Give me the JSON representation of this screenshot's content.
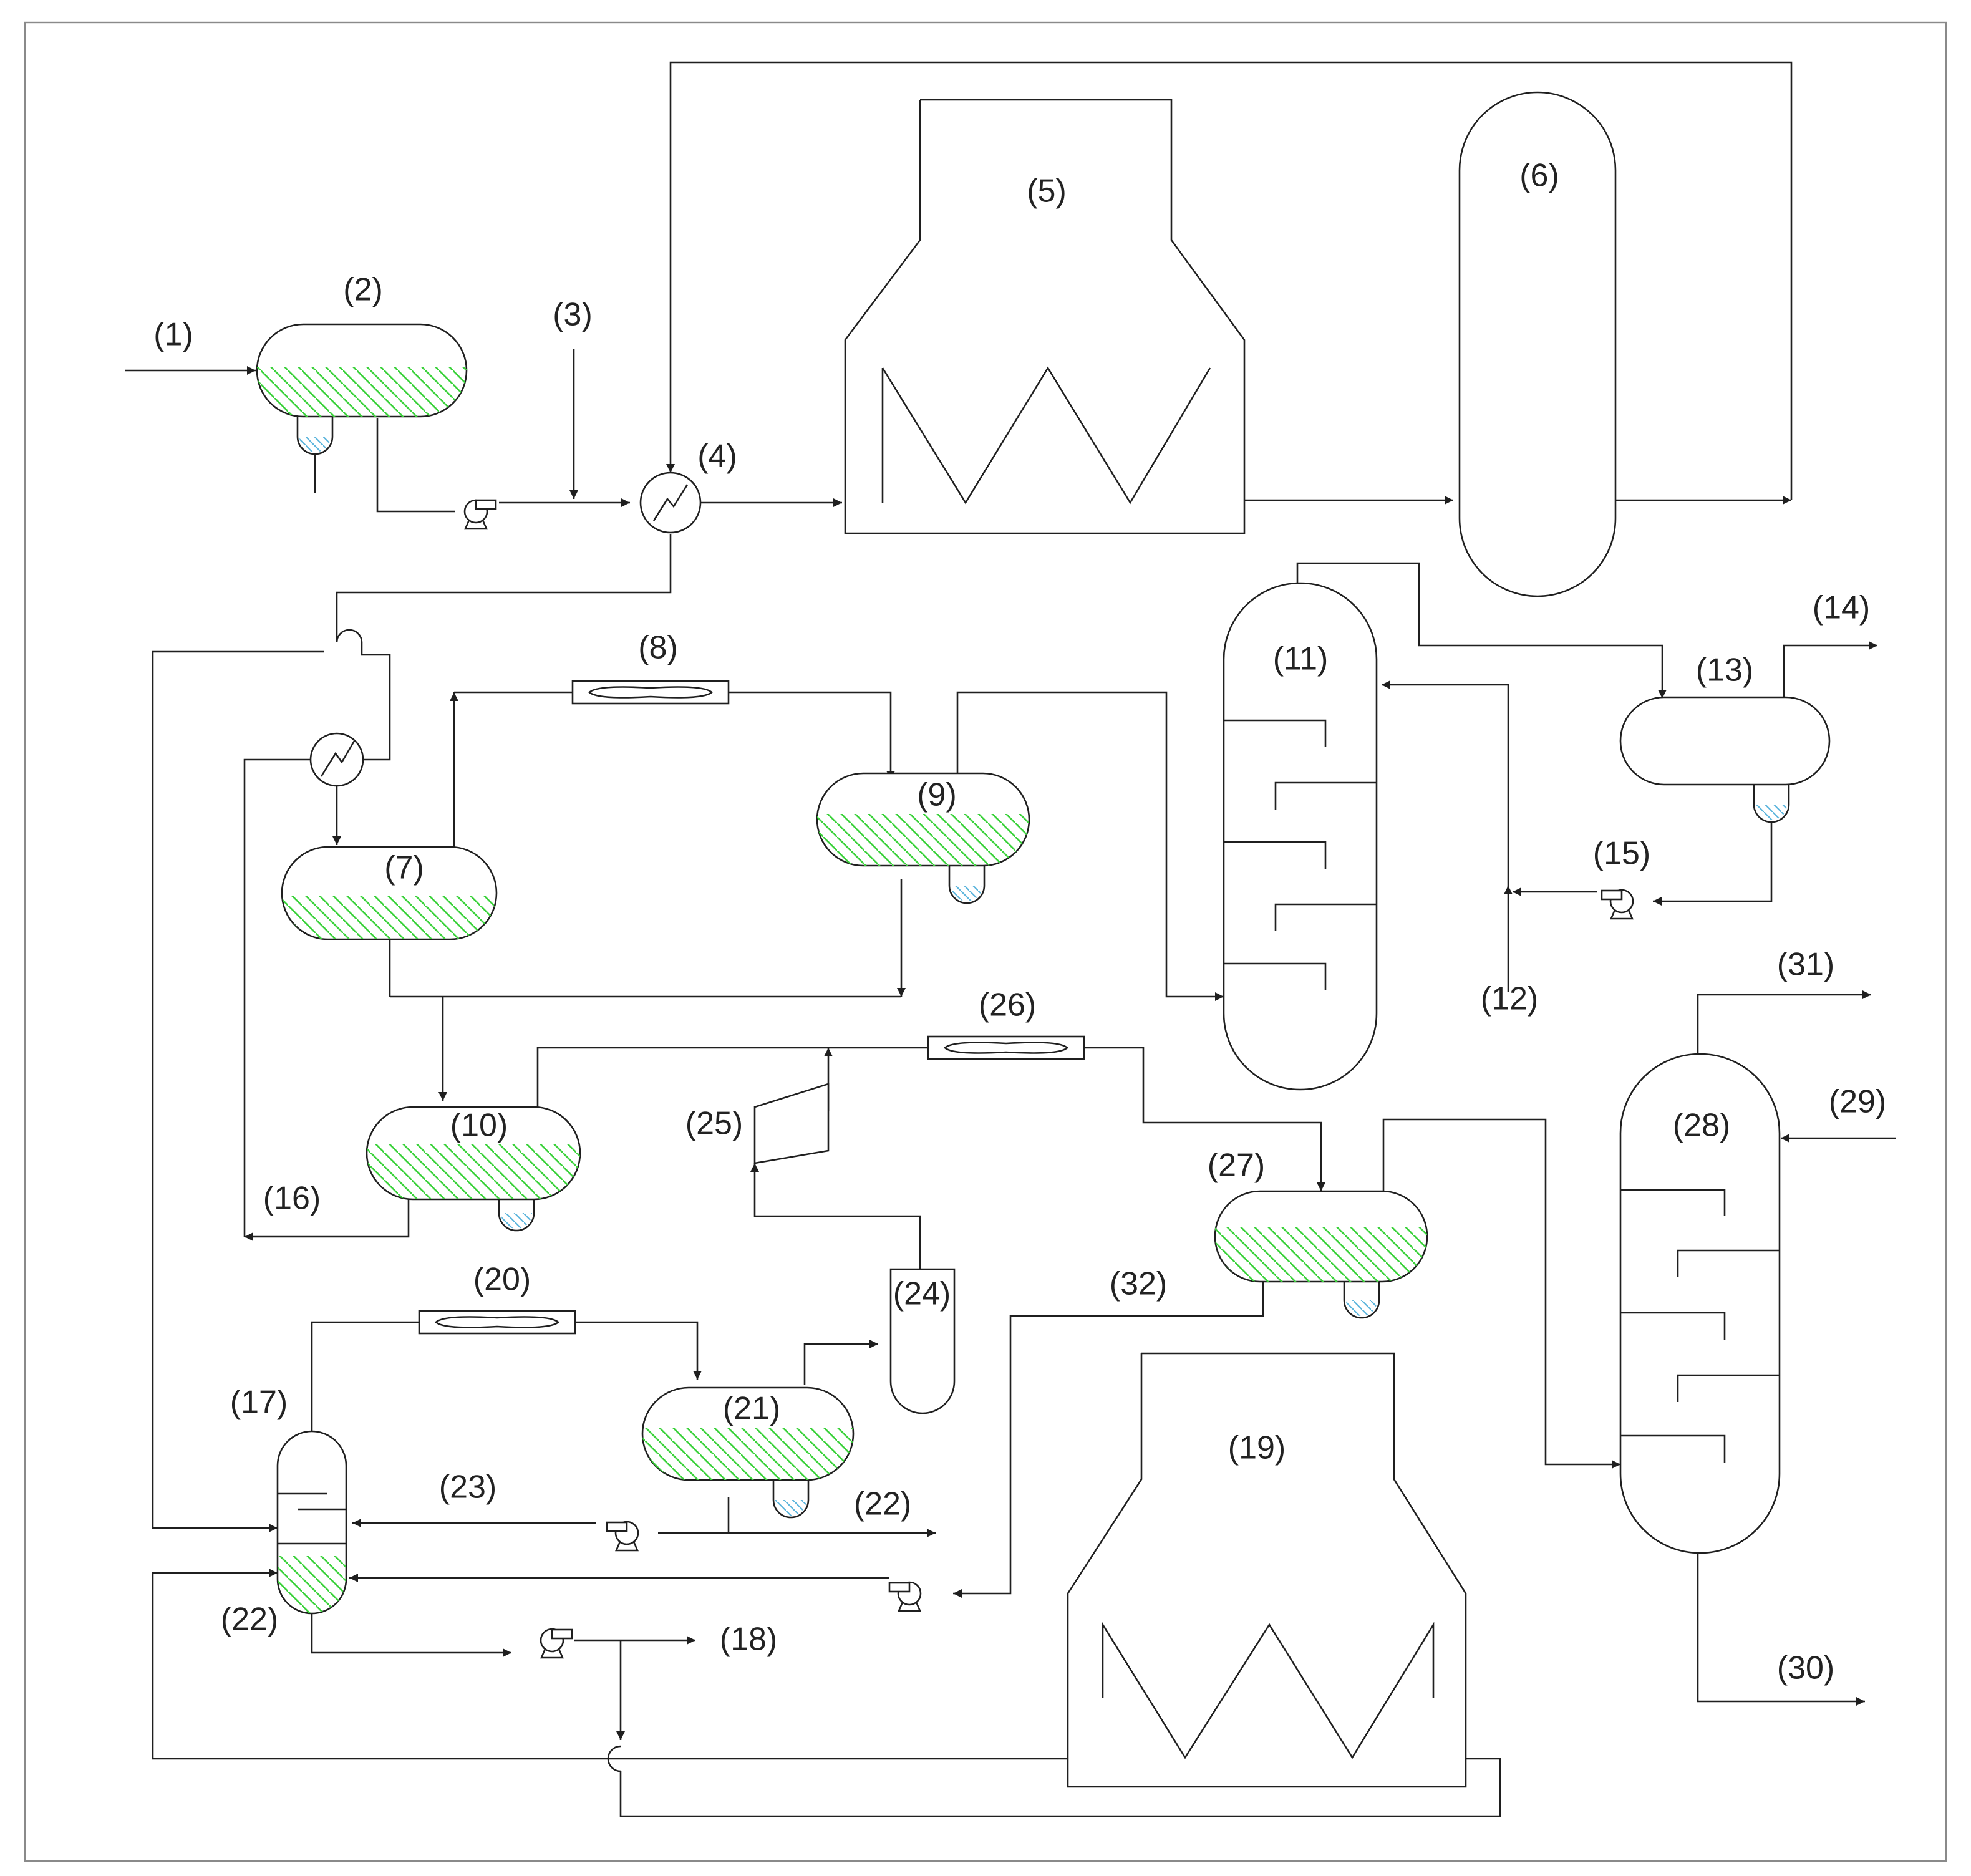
{
  "diagram": {
    "labels": {
      "s1": "(1)",
      "s2": "(2)",
      "s3": "(3)",
      "s4": "(4)",
      "s5": "(5)",
      "s6": "(6)",
      "s7": "(7)",
      "s8": "(8)",
      "s9": "(9)",
      "s10": "(10)",
      "s11": "(11)",
      "s12": "(12)",
      "s13": "(13)",
      "s14": "(14)",
      "s15": "(15)",
      "s16": "(16)",
      "s17": "(17)",
      "s18": "(18)",
      "s19": "(19)",
      "s20": "(20)",
      "s21": "(21)",
      "s22a": "(22)",
      "s22b": "(22)",
      "s23": "(23)",
      "s24": "(24)",
      "s25": "(25)",
      "s26": "(26)",
      "s27": "(27)",
      "s28": "(28)",
      "s29": "(29)",
      "s30": "(30)",
      "s31": "(31)",
      "s32": "(32)"
    },
    "colors": {
      "line": "#1f1f1f",
      "organic_hatch": "#3cd23c",
      "water_hatch": "#5ab4dc",
      "frame": "#8a8a8a"
    }
  }
}
